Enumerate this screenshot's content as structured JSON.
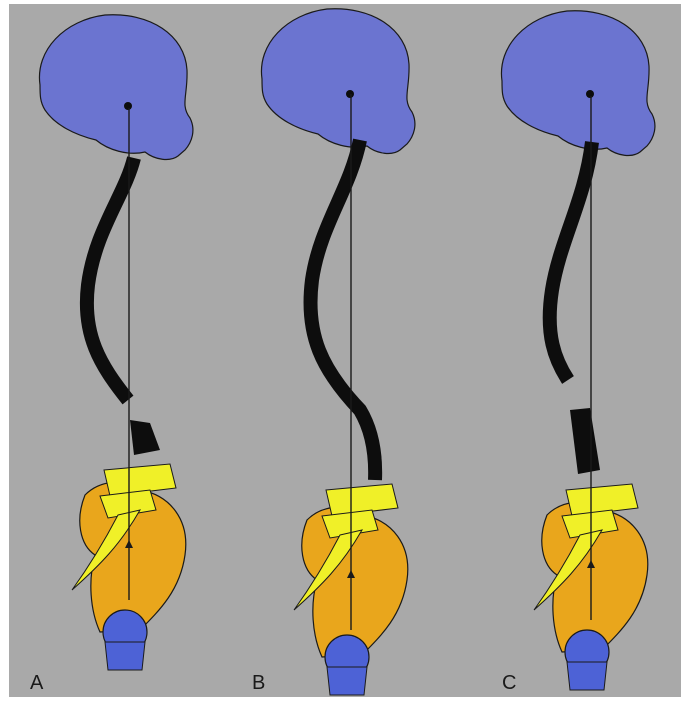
{
  "colors": {
    "background": "#a9a9a9",
    "frame": "#ffffff",
    "skull": "#6b74d0",
    "spine": "#0d0d0d",
    "sacrum": "#f0f028",
    "pelvis": "#e9a61c",
    "femoral_head": "#4d62d6",
    "outline": "#1a1a1a"
  },
  "panels": [
    {
      "label": "A"
    },
    {
      "label": "B"
    },
    {
      "label": "C"
    }
  ]
}
